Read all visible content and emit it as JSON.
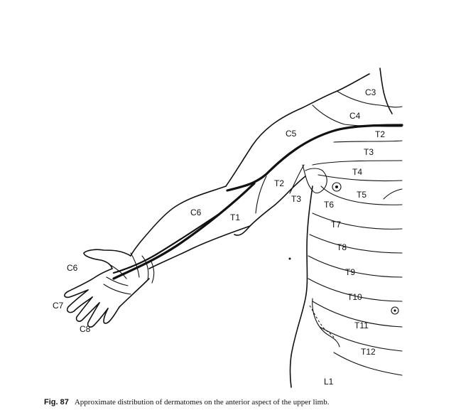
{
  "figure": {
    "labels": {
      "C3": "C3",
      "C4": "C4",
      "C5": "C5",
      "T2_trunk": "T2",
      "T3_trunk": "T3",
      "T4": "T4",
      "T5": "T5",
      "T6": "T6",
      "T7": "T7",
      "T8": "T8",
      "T9": "T9",
      "T10": "T10",
      "T11": "T11",
      "T12": "T12",
      "L1": "L1",
      "T2_arm": "T2",
      "T3_arm": "T3",
      "C6_arm": "C6",
      "T1": "T1",
      "C6_hand": "C6",
      "C7": "C7",
      "C8": "C8"
    }
  },
  "caption": {
    "fig_number": "Fig. 87",
    "text": "Approximate distribution of dermatomes on the anterior aspect of the upper limb."
  }
}
